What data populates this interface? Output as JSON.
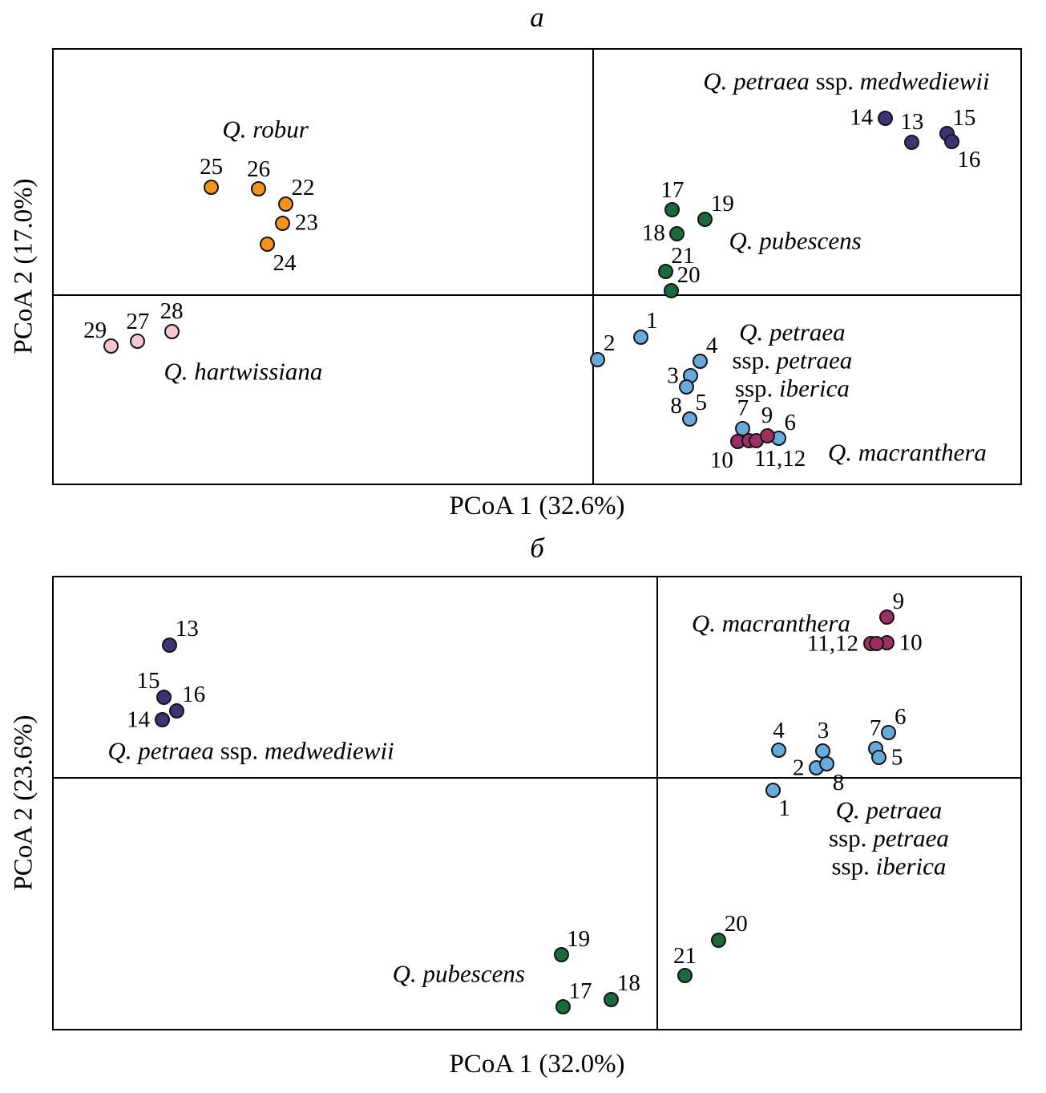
{
  "chart_data": [
    {
      "type": "scatter",
      "panel_label": "а",
      "xlabel": "PCoA 1 (32.6%)",
      "ylabel": "PCoA 2 (17.0%)",
      "axes": {
        "coords": "normalized-0-1",
        "x_range": [
          0,
          1
        ],
        "y_range": [
          0,
          1
        ],
        "origin_x": 0.558,
        "origin_y": 0.435,
        "grid": false,
        "quadrant_lines": true
      },
      "series": [
        {
          "name": "Q. robur",
          "color": "#F6921E",
          "points": [
            {
              "label": "25",
              "x": 0.163,
              "y": 0.683,
              "lp": "top"
            },
            {
              "label": "26",
              "x": 0.212,
              "y": 0.679,
              "lp": "top"
            },
            {
              "label": "22",
              "x": 0.24,
              "y": 0.645,
              "lp": "top-right"
            },
            {
              "label": "23",
              "x": 0.237,
              "y": 0.6,
              "lp": "right"
            },
            {
              "label": "24",
              "x": 0.221,
              "y": 0.551,
              "lp": "bottom-right"
            }
          ]
        },
        {
          "name": "Q. hartwissiana",
          "color": "#F8C7CD",
          "points": [
            {
              "label": "29",
              "x": 0.059,
              "y": 0.317,
              "lp": "top-left"
            },
            {
              "label": "27",
              "x": 0.087,
              "y": 0.328,
              "lp": "top"
            },
            {
              "label": "28",
              "x": 0.122,
              "y": 0.351,
              "lp": "top"
            }
          ]
        },
        {
          "name": "Q. petraea ssp. medwediewii",
          "color": "#3E3375",
          "points": [
            {
              "label": "14",
              "x": 0.86,
              "y": 0.842,
              "lp": "left"
            },
            {
              "label": "13",
              "x": 0.888,
              "y": 0.787,
              "lp": "top"
            },
            {
              "label": "15",
              "x": 0.924,
              "y": 0.806,
              "lp": "top-right"
            },
            {
              "label": "16",
              "x": 0.929,
              "y": 0.789,
              "lp": "bottom-right"
            }
          ]
        },
        {
          "name": "Q. pubescens",
          "color": "#1A6B3B",
          "points": [
            {
              "label": "17",
              "x": 0.64,
              "y": 0.631,
              "lp": "top"
            },
            {
              "label": "19",
              "x": 0.674,
              "y": 0.609,
              "lp": "top-right"
            },
            {
              "label": "18",
              "x": 0.645,
              "y": 0.576,
              "lp": "left"
            },
            {
              "label": "21",
              "x": 0.633,
              "y": 0.488,
              "lp": "top-right"
            },
            {
              "label": "20",
              "x": 0.639,
              "y": 0.444,
              "lp": "top-right"
            }
          ]
        },
        {
          "name": "Q. petraea ssp. petraea / ssp. iberica",
          "color": "#66ABDB",
          "points": [
            {
              "label": "1",
              "x": 0.607,
              "y": 0.338,
              "lp": "top-right"
            },
            {
              "label": "2",
              "x": 0.563,
              "y": 0.286,
              "lp": "top-right"
            },
            {
              "label": "4",
              "x": 0.669,
              "y": 0.281,
              "lp": "top-right"
            },
            {
              "label": "3",
              "x": 0.659,
              "y": 0.248,
              "lp": "left"
            },
            {
              "label": "8",
              "x": 0.655,
              "y": 0.222,
              "lp": "bottom-left"
            },
            {
              "label": "5",
              "x": 0.658,
              "y": 0.149,
              "lp": "top-right"
            },
            {
              "label": "7",
              "x": 0.713,
              "y": 0.127,
              "lp": "top"
            },
            {
              "label": "6",
              "x": 0.75,
              "y": 0.104,
              "lp": "top-right"
            }
          ]
        },
        {
          "name": "Q. macranthera",
          "color": "#9C2F63",
          "points": [
            {
              "label": "10",
              "x": 0.708,
              "y": 0.097,
              "lp": "bottom-left"
            },
            {
              "label": "11,12",
              "x": 0.719,
              "y": 0.099,
              "lp": "bottom-right"
            },
            {
              "label": "",
              "x": 0.727,
              "y": 0.099,
              "lp": "top"
            },
            {
              "label": "9",
              "x": 0.738,
              "y": 0.11,
              "lp": "top"
            }
          ]
        }
      ],
      "annotations": [
        {
          "x": 0.219,
          "y": 0.817,
          "lines": [
            [
              {
                "t": "Q. robur",
                "i": true
              }
            ]
          ]
        },
        {
          "x": 0.82,
          "y": 0.927,
          "lines": [
            [
              {
                "t": "Q. petraea ",
                "i": true
              },
              {
                "t": "ssp. ",
                "i": false
              },
              {
                "t": "medwediewii",
                "i": true
              }
            ]
          ]
        },
        {
          "x": 0.767,
          "y": 0.56,
          "lines": [
            [
              {
                "t": "Q. pubescens",
                "i": true
              }
            ]
          ]
        },
        {
          "x": 0.196,
          "y": 0.259,
          "lines": [
            [
              {
                "t": "Q. hartwissiana",
                "i": true
              }
            ]
          ]
        },
        {
          "x": 0.764,
          "y": 0.284,
          "lines": [
            [
              {
                "t": "Q. petraea",
                "i": true
              }
            ],
            [
              {
                "t": "ssp. ",
                "i": false
              },
              {
                "t": "petraea",
                "i": true
              }
            ],
            [
              {
                "t": "ssp. ",
                "i": false
              },
              {
                "t": "iberica",
                "i": true
              }
            ]
          ]
        },
        {
          "x": 0.883,
          "y": 0.073,
          "lines": [
            [
              {
                "t": "Q. macranthera",
                "i": true
              }
            ]
          ]
        }
      ]
    },
    {
      "type": "scatter",
      "panel_label": "б",
      "xlabel": "PCoA 1 (32.0%)",
      "ylabel": "PCoA 2 (23.6%)",
      "axes": {
        "coords": "normalized-0-1",
        "x_range": [
          0,
          1
        ],
        "y_range": [
          0,
          1
        ],
        "origin_x": 0.624,
        "origin_y": 0.556,
        "grid": false,
        "quadrant_lines": true
      },
      "series": [
        {
          "name": "Q. petraea ssp. medwediewii",
          "color": "#3E3375",
          "points": [
            {
              "label": "13",
              "x": 0.12,
              "y": 0.85,
              "lp": "top-right"
            },
            {
              "label": "15",
              "x": 0.114,
              "y": 0.735,
              "lp": "top-left"
            },
            {
              "label": "16",
              "x": 0.127,
              "y": 0.705,
              "lp": "top-right"
            },
            {
              "label": "14",
              "x": 0.112,
              "y": 0.684,
              "lp": "left"
            }
          ]
        },
        {
          "name": "Q. macranthera",
          "color": "#9C2F63",
          "points": [
            {
              "label": "9",
              "x": 0.862,
              "y": 0.912,
              "lp": "top-right"
            },
            {
              "label": "10",
              "x": 0.862,
              "y": 0.855,
              "lp": "right"
            },
            {
              "label": "11,12",
              "x": 0.845,
              "y": 0.853,
              "lp": "left"
            },
            {
              "label": "",
              "x": 0.851,
              "y": 0.854,
              "lp": "top"
            }
          ]
        },
        {
          "name": "Q. petraea ssp. petraea / ssp. iberica",
          "color": "#66ABDB",
          "points": [
            {
              "label": "4",
              "x": 0.75,
              "y": 0.617,
              "lp": "top"
            },
            {
              "label": "3",
              "x": 0.796,
              "y": 0.616,
              "lp": "top"
            },
            {
              "label": "2",
              "x": 0.789,
              "y": 0.578,
              "lp": "left"
            },
            {
              "label": "8",
              "x": 0.8,
              "y": 0.587,
              "lp": "bottom-right"
            },
            {
              "label": "7",
              "x": 0.85,
              "y": 0.621,
              "lp": "top"
            },
            {
              "label": "6",
              "x": 0.864,
              "y": 0.656,
              "lp": "top-right"
            },
            {
              "label": "5",
              "x": 0.854,
              "y": 0.601,
              "lp": "right"
            },
            {
              "label": "1",
              "x": 0.744,
              "y": 0.529,
              "lp": "bottom-right"
            }
          ]
        },
        {
          "name": "Q. pubescens",
          "color": "#1A6B3B",
          "points": [
            {
              "label": "19",
              "x": 0.525,
              "y": 0.164,
              "lp": "top-right"
            },
            {
              "label": "17",
              "x": 0.527,
              "y": 0.048,
              "lp": "top-right"
            },
            {
              "label": "18",
              "x": 0.577,
              "y": 0.065,
              "lp": "top-right"
            },
            {
              "label": "21",
              "x": 0.653,
              "y": 0.118,
              "lp": "top"
            },
            {
              "label": "20",
              "x": 0.688,
              "y": 0.197,
              "lp": "top-right"
            }
          ]
        }
      ],
      "annotations": [
        {
          "x": 0.742,
          "y": 0.899,
          "lines": [
            [
              {
                "t": "Q. macranthera",
                "i": true
              }
            ]
          ]
        },
        {
          "x": 0.204,
          "y": 0.617,
          "lines": [
            [
              {
                "t": "Q. petraea ",
                "i": true
              },
              {
                "t": "ssp. ",
                "i": false
              },
              {
                "t": "medwediewii",
                "i": true
              }
            ]
          ]
        },
        {
          "x": 0.864,
          "y": 0.423,
          "lines": [
            [
              {
                "t": "Q. petraea",
                "i": true
              }
            ],
            [
              {
                "t": "ssp. ",
                "i": false
              },
              {
                "t": "petraea",
                "i": true
              }
            ],
            [
              {
                "t": "ssp. ",
                "i": false
              },
              {
                "t": "iberica",
                "i": true
              }
            ]
          ]
        },
        {
          "x": 0.419,
          "y": 0.122,
          "lines": [
            [
              {
                "t": "Q. pubescens",
                "i": true
              }
            ]
          ]
        }
      ]
    }
  ]
}
